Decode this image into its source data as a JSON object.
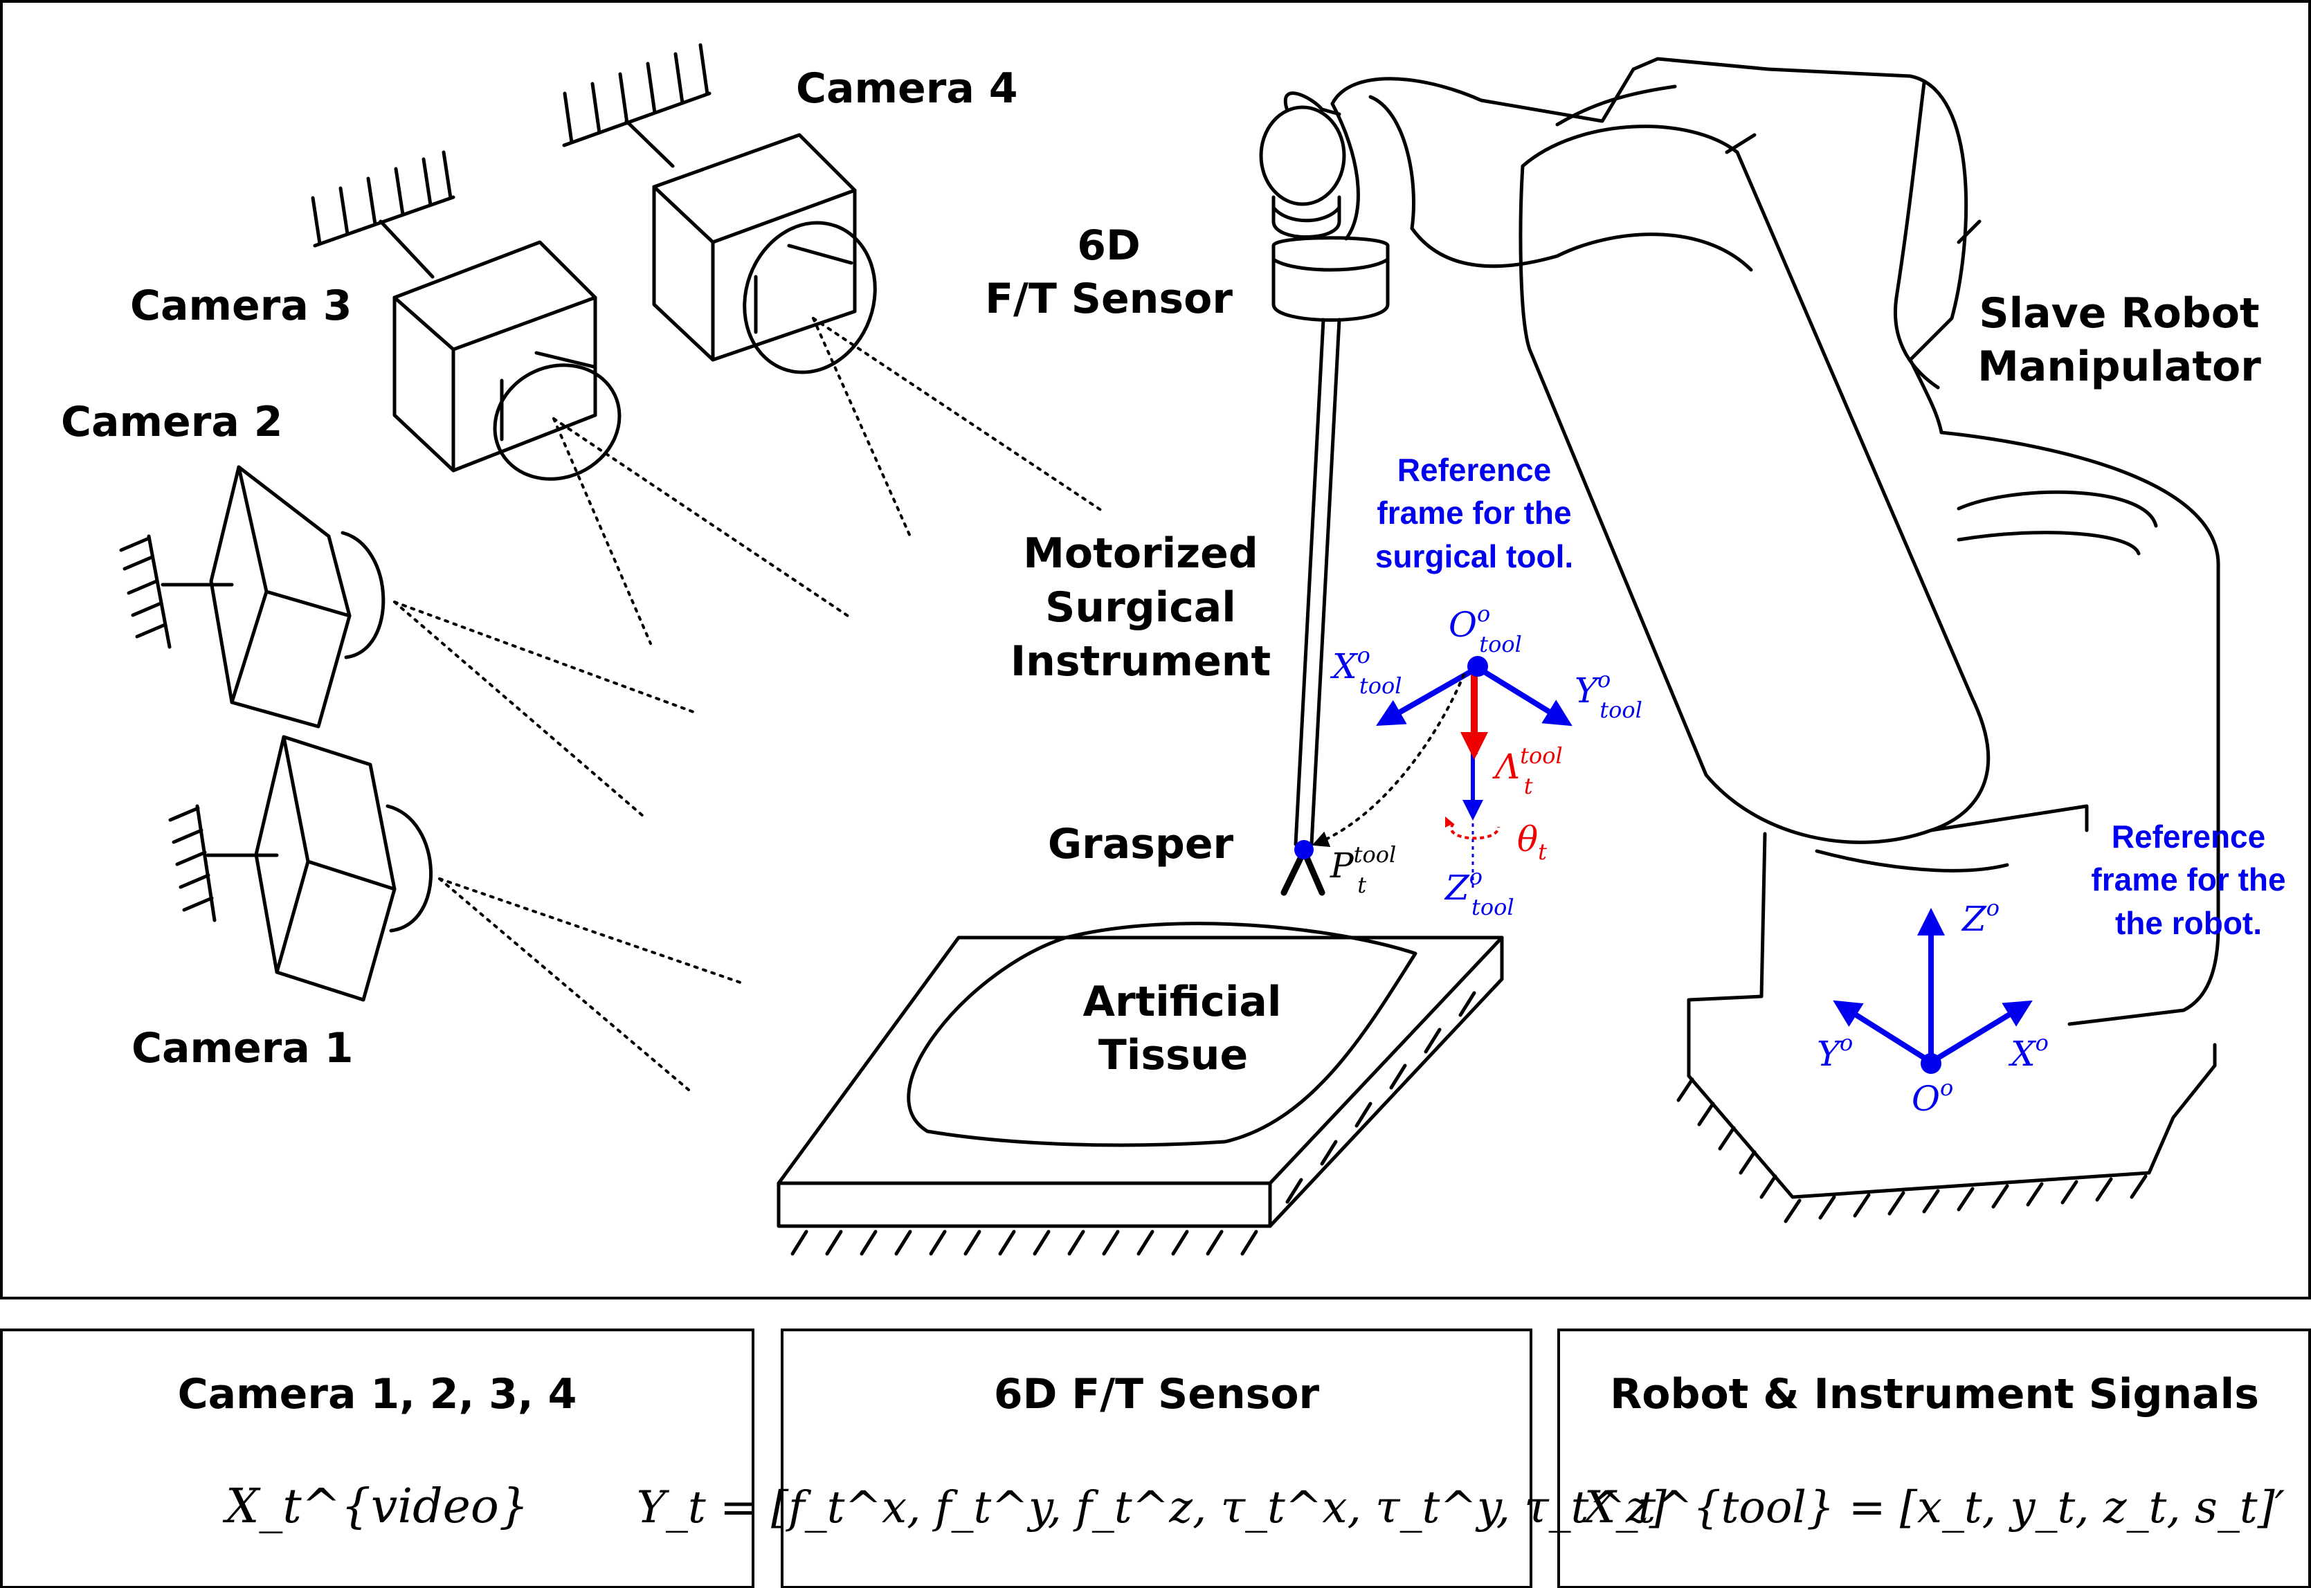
{
  "scene": {
    "cameras": {
      "cam1": "Camera 1",
      "cam2": "Camera 2",
      "cam3": "Camera 3",
      "cam4": "Camera 4"
    },
    "ft_sensor": {
      "line1": "6D",
      "line2": "F/T Sensor"
    },
    "robot": {
      "line1": "Slave Robot",
      "line2": "Manipulator"
    },
    "instrument": {
      "line1": "Motorized",
      "line2": "Surgical",
      "line3": "Instrument"
    },
    "grasper": "Grasper",
    "tissue": {
      "line1": "Artificial",
      "line2": "Tissue"
    },
    "tool_frame_note": {
      "line1": "Reference",
      "line2": "frame for the",
      "line3": "surgical tool."
    },
    "robot_frame_note": {
      "line1": "Reference",
      "line2": "frame for the",
      "line3": "the robot."
    },
    "tool_axes": {
      "origin": {
        "base": "O",
        "sup": "o",
        "sub": "tool"
      },
      "x": {
        "base": "X",
        "sup": "o",
        "sub": "tool"
      },
      "y": {
        "base": "Y",
        "sup": "o",
        "sub": "tool"
      },
      "z": {
        "base": "Z",
        "sup": "o",
        "sub": "tool"
      },
      "lambda": {
        "base": "Λ",
        "sup": "tool",
        "sub": "t"
      },
      "theta": {
        "base": "θ",
        "sub": "t"
      },
      "grasp_point": {
        "base": "P",
        "sup": "tool",
        "sub": "t"
      }
    },
    "robot_axes": {
      "origin": {
        "base": "O",
        "sup": "o"
      },
      "x": {
        "base": "X",
        "sup": "o"
      },
      "y": {
        "base": "Y",
        "sup": "o"
      },
      "z": {
        "base": "Z",
        "sup": "o"
      }
    },
    "colors": {
      "frame_blue": "#0000ee",
      "force_red": "#ee0000",
      "ink": "#000000"
    }
  },
  "panels": [
    {
      "title": "Camera 1, 2, 3, 4",
      "formula": "X_t^{video}"
    },
    {
      "title": "6D F/T Sensor",
      "formula": "Y_t = [f_t^x, f_t^y, f_t^z, τ_t^x, τ_t^y, τ_t^z]′"
    },
    {
      "title": "Robot & Instrument Signals",
      "formula": "X_t^{tool} = [x_t, y_t, z_t, s_t]′"
    }
  ]
}
